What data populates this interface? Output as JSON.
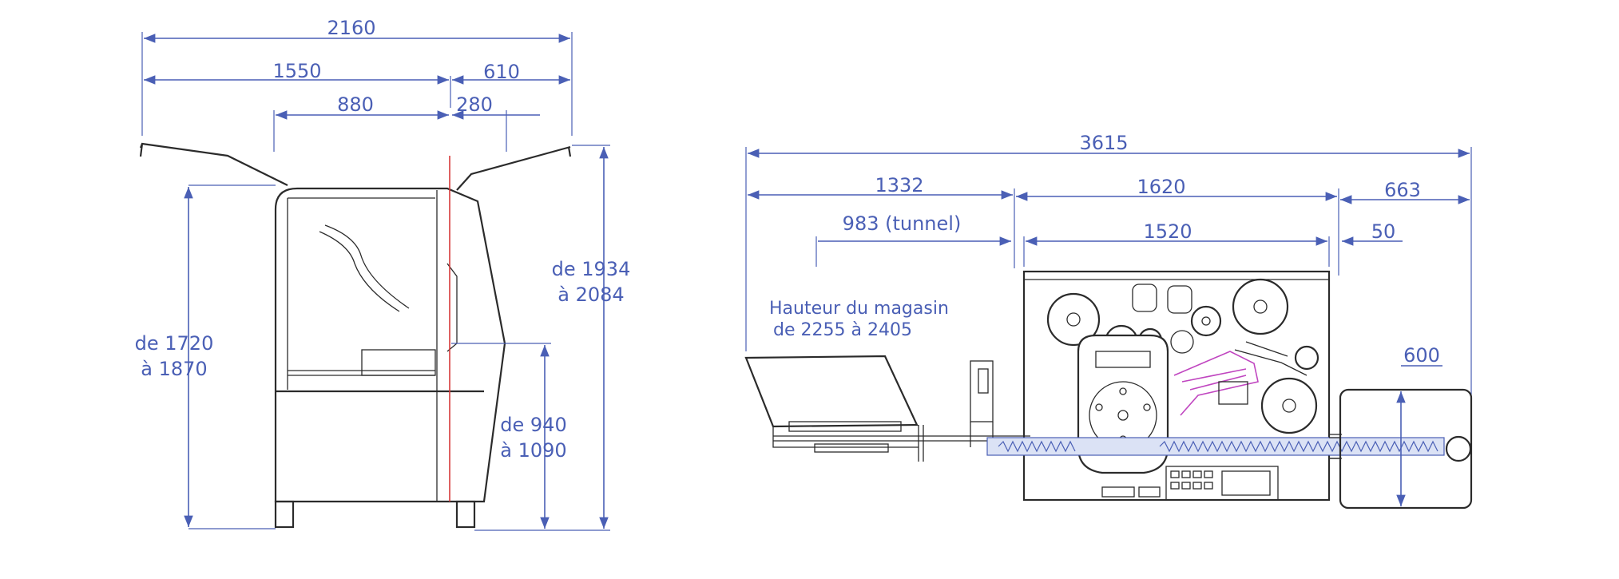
{
  "side_view": {
    "overall_width": "2160",
    "left_width": "1550",
    "right_width": "610",
    "opening_width": "880",
    "small_offset": "280",
    "height_body_line1": "de 1720",
    "height_body_line2": "à 1870",
    "height_total_line1": "de 1934",
    "height_total_line2": "à 2084",
    "height_table_line1": "de 940",
    "height_table_line2": "à 1090"
  },
  "top_view": {
    "overall_length": "3615",
    "infeed_length": "1332",
    "tunnel_length": "983 (tunnel)",
    "machine_length": "1620",
    "frame_length": "1520",
    "outfeed_length": "663",
    "gap": "50",
    "outfeed_width": "600",
    "magazine_line1": "Hauteur du magasin",
    "magazine_line2": "de 2255 à 2405"
  },
  "colors": {
    "dimension": "#4a5fb5",
    "outline": "#2b2b2b",
    "axis": "#d63a3a",
    "accent": "#c046c0"
  }
}
